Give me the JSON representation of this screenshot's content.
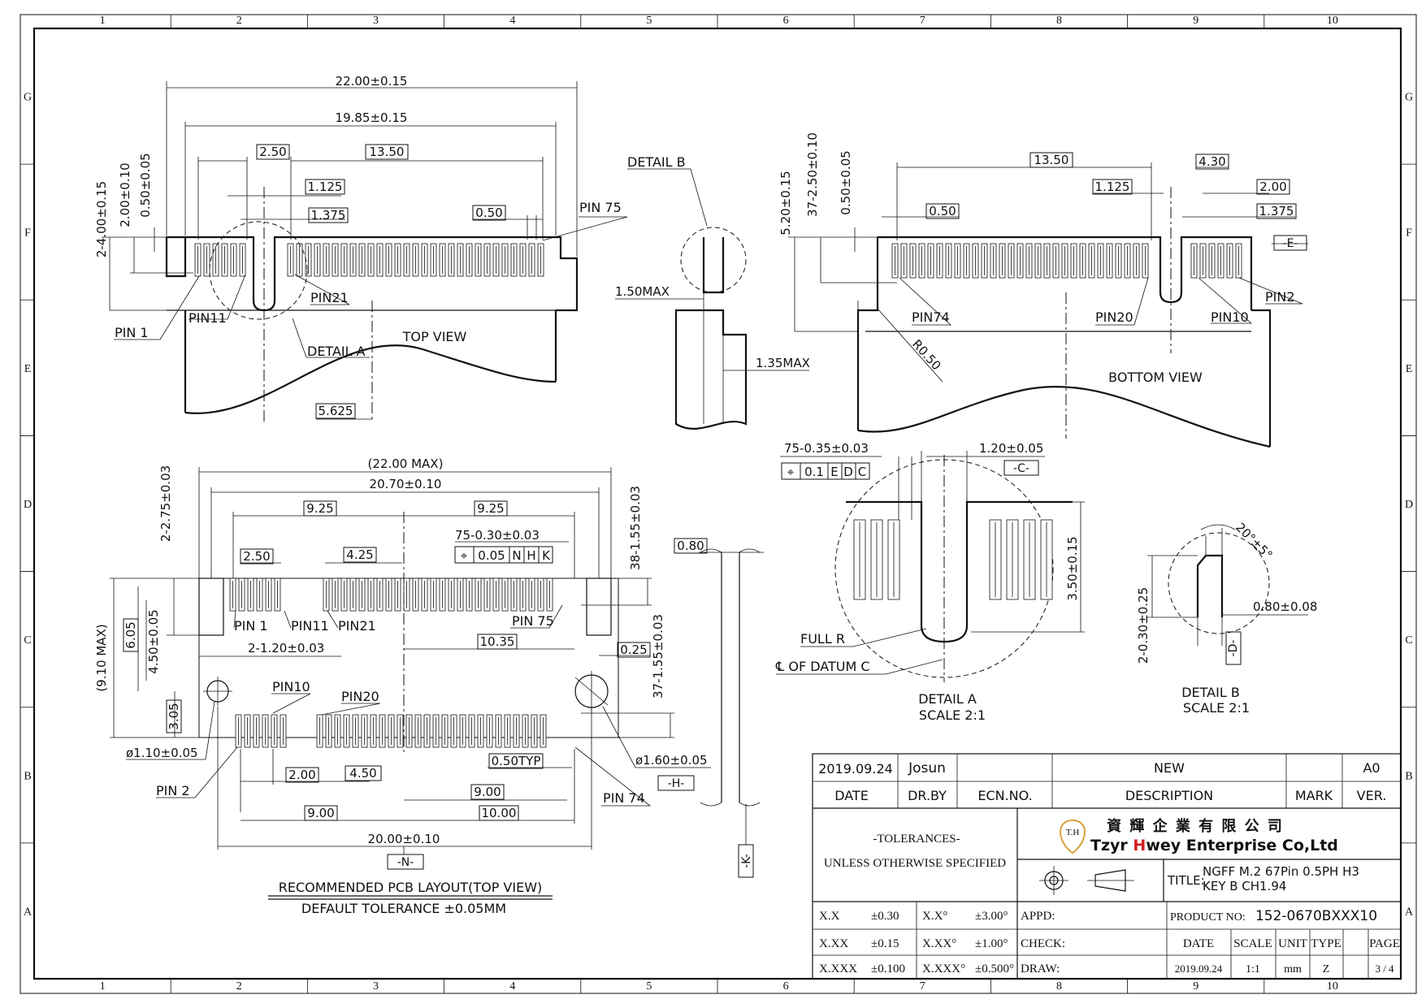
{
  "zones": {
    "cols": [
      "1",
      "2",
      "3",
      "4",
      "5",
      "6",
      "7",
      "8",
      "9",
      "10"
    ],
    "rows": [
      "G",
      "F",
      "E",
      "D",
      "C",
      "B",
      "A"
    ]
  },
  "top_view": {
    "dim_overall": "22.00±0.15",
    "dim_body": "19.85±0.15",
    "dim_2_50": "2.50",
    "dim_13_50": "13.50",
    "dim_1_125": "1.125",
    "dim_1_375": "1.375",
    "dim_0_50": "0.50",
    "dim_5_625": "5.625",
    "dim_h1": "2-4.00±0.15",
    "dim_h2": "2.00±0.10",
    "dim_h3": "0.50±0.05",
    "label_pin1": "PIN 1",
    "label_pin11": "PIN11",
    "label_pin21": "PIN21",
    "label_pin75": "PIN 75",
    "label_detail_a": "DETAIL A",
    "title": "TOP VIEW"
  },
  "side_view": {
    "label_detail_b": "DETAIL B",
    "dim_150max": "1.50MAX",
    "dim_135max": "1.35MAX"
  },
  "bottom_view": {
    "dim_13_50": "13.50",
    "dim_4_30": "4.30",
    "dim_1_125": "1.125",
    "dim_2_00": "2.00",
    "dim_0_50": "0.50",
    "dim_1_375": "1.375",
    "dim_h1": "5.20±0.15",
    "dim_h2": "37-2.50±0.10",
    "dim_h3": "0.50±0.05",
    "datum_e": "-E-",
    "label_pin74": "PIN74",
    "label_pin20": "PIN20",
    "label_pin10": "PIN10",
    "label_pin2": "PIN2",
    "label_r050": "R0.50",
    "title": "BOTTOM VIEW"
  },
  "detail_a": {
    "dim_pins": "75-0.35±0.03",
    "dim_width": "1.20±0.05",
    "tolerance_frame": [
      "⌖",
      "0.1",
      "E",
      "D",
      "C"
    ],
    "datum_c": "-C-",
    "dim_height": "3.50±0.15",
    "label_full_r": "FULL R",
    "label_datum": "℄ OF DATUM C",
    "title": "DETAIL A",
    "scale": "SCALE 2:1"
  },
  "detail_b": {
    "dim_angle": "20°±5°",
    "dim_width": "0.80±0.08",
    "dim_height": "2-0.30±0.25",
    "datum_d": "-D-",
    "title": "DETAIL B",
    "scale": "SCALE 2:1"
  },
  "pcb_layout": {
    "dim_overall": "(22.00 MAX)",
    "dim_20_70": "20.70±0.10",
    "dim_9_25_left": "9.25",
    "dim_9_25_right": "9.25",
    "dim_pads": "75-0.30±0.03",
    "tolerance_frame": [
      "⌖",
      "0.05",
      "N",
      "H",
      "K"
    ],
    "dim_2_50": "2.50",
    "dim_4_25": "4.25",
    "dim_2_75": "2-2.75±0.03",
    "dim_38_155": "38-1.55±0.03",
    "dim_37_155": "37-1.55±0.03",
    "dim_9_10": "(9.10 MAX)",
    "dim_6_05": "6.05",
    "dim_4_50": "4.50±0.05",
    "dim_3_05": "3.05",
    "dim_1_20": "2-1.20±0.03",
    "dim_10_35": "10.35",
    "dim_0_25": "0.25",
    "dim_0_80": "0.80",
    "dim_hole1": "ø1.10±0.05",
    "dim_hole2": "ø1.60±0.05",
    "dim_2_00": "2.00",
    "dim_4_50b": "4.50",
    "dim_050typ": "0.50TYP",
    "dim_9_00_right": "9.00",
    "dim_9_00_left": "9.00",
    "dim_10_00": "10.00",
    "dim_20_00": "20.00±0.10",
    "datum_n": "-N-",
    "datum_h": "-H-",
    "datum_k": "-K-",
    "label_pin1": "PIN 1",
    "label_pin11": "PIN11",
    "label_pin21": "PIN21",
    "label_pin75": "PIN 75",
    "label_pin10": "PIN10",
    "label_pin20": "PIN20",
    "label_pin2": "PIN 2",
    "label_pin74": "PIN 74",
    "title": "RECOMMENDED PCB LAYOUT(TOP VIEW)",
    "subtitle": "DEFAULT TOLERANCE ±0.05MM"
  },
  "title_block": {
    "rev_date": "2019.09.24",
    "rev_drby": "Josun",
    "rev_desc": "NEW",
    "rev_ver": "A0",
    "h_date": "DATE",
    "h_drby": "DR.BY",
    "h_ecn": "ECN.NO.",
    "h_desc": "DESCRIPTION",
    "h_mark": "MARK",
    "h_ver": "VER.",
    "tol_title": "-TOLERANCES-",
    "tol_sub": "UNLESS OTHERWISE SPECIFIED",
    "company_cn": "資 輝 企 業 有 限 公 司",
    "company_en_t": "T",
    "company_en_zyr": "zyr ",
    "company_en_h": "H",
    "company_en_rest": "wey Enterprise Co,Ltd",
    "logo_text": "T.H",
    "brand_red": "#d01c1c",
    "logo_gold": "#d9a13a",
    "title_label": "TITLE:",
    "title_line1": "NGFF M.2  67Pin 0.5PH H3",
    "title_line2": "KEY B CH1.94",
    "tol_rows": [
      {
        "k1": "X.X",
        "v1": "±0.30",
        "k2": "X.X°",
        "v2": "±3.00°"
      },
      {
        "k1": "X.XX",
        "v1": "±0.15",
        "k2": "X.XX°",
        "v2": "±1.00°"
      },
      {
        "k1": "X.XXX",
        "v1": "±0.100",
        "k2": "X.XXX°",
        "v2": "±0.500°"
      }
    ],
    "appd": "APPD:",
    "check": "CHECK:",
    "draw": "DRAW:",
    "product_label": "PRODUCT NO:",
    "product_no": "152-0670BXXX10",
    "f_date": "DATE",
    "f_scale": "SCALE",
    "f_unit": "UNIT",
    "f_type": "TYPE",
    "f_page": "PAGE",
    "v_date": "2019.09.24",
    "v_scale": "1:1",
    "v_unit": "mm",
    "v_type": "Z",
    "v_page": "3 / 4"
  }
}
